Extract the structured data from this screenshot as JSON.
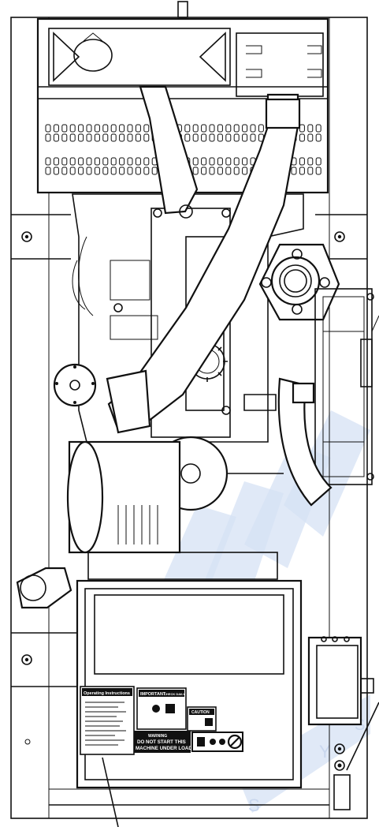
{
  "decals": {
    "operating": {
      "title": "Operating Instructions"
    },
    "important": {
      "title": "IMPORTANT",
      "subtitle": "CHECK DAILY"
    },
    "caution": {
      "title": "CAUTION"
    },
    "warning": {
      "title": "WARNING",
      "line1": "DO NOT START THIS",
      "line2": "MACHINE UNDER LOAD"
    }
  },
  "watermark": {
    "letters": [
      "S",
      "Y",
      "S"
    ]
  },
  "colors": {
    "line": "#111111",
    "watermark": "#d6e2f4",
    "decal_dark": "#111111"
  }
}
